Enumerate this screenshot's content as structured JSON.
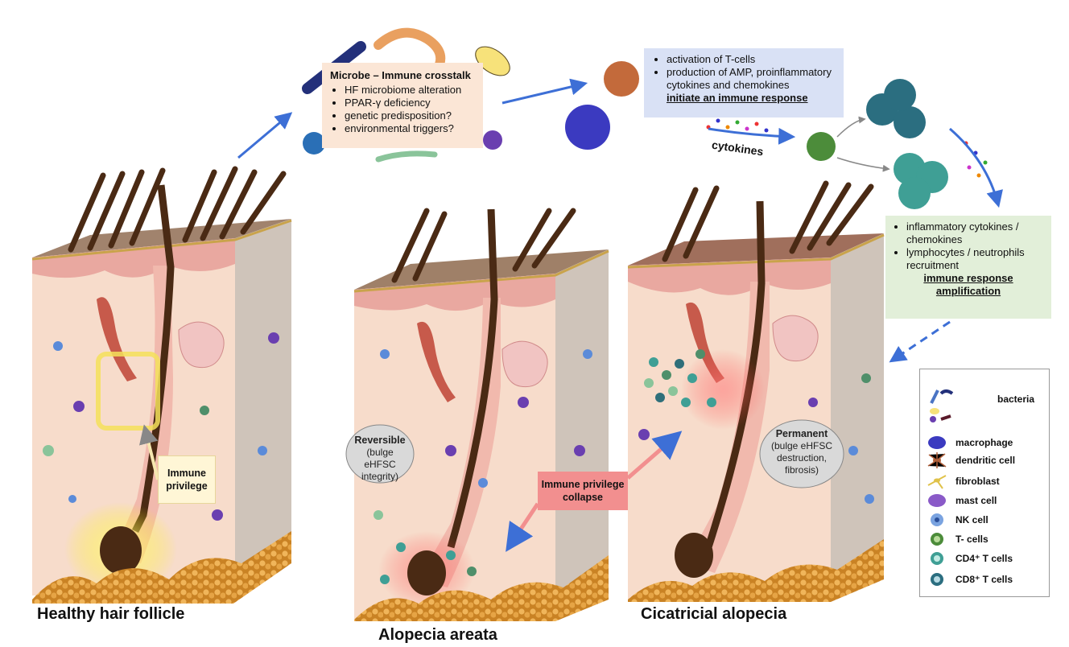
{
  "microbe_box": {
    "title": "Microbe – Immune crosstalk",
    "items": [
      "HF microbiome alteration",
      "PPAR-γ deficiency",
      "genetic predisposition?",
      "environmental triggers?"
    ]
  },
  "activation_box": {
    "items": [
      "activation of T-cells",
      "production of AMP, proinflammatory cytokines and chemokines"
    ],
    "emphasis": "initiate an immune response"
  },
  "amplification_box": {
    "items": [
      "inflammatory cytokines / chemokines",
      "lymphocytes / neutrophils recruitment"
    ],
    "emphasis": "immune response amplification"
  },
  "cytokines_label": "cytokines",
  "immune_privilege_label": "Immune privilege",
  "collapse_label": "Immune privilege collapse",
  "reversible": {
    "title": "Reversible",
    "detail": "(bulge eHFSC integrity)"
  },
  "permanent": {
    "title": "Permanent",
    "detail": "(bulge eHFSC destruction, fibrosis)"
  },
  "captions": {
    "healthy": "Healthy hair follicle",
    "areata": "Alopecia areata",
    "cicatricial": "Cicatricial alopecia"
  },
  "legend": {
    "items": [
      {
        "label": "bacteria",
        "icon": "bacteria-icon"
      },
      {
        "label": "macrophage",
        "icon": "macrophage-icon"
      },
      {
        "label": "dendritic cell",
        "icon": "dendritic-cell-icon"
      },
      {
        "label": "fibroblast",
        "icon": "fibroblast-icon"
      },
      {
        "label": "mast cell",
        "icon": "mast-cell-icon"
      },
      {
        "label": "NK cell",
        "icon": "nk-cell-icon"
      },
      {
        "label": "T- cells",
        "icon": "t-cell-icon"
      },
      {
        "label": "CD4⁺ T cells",
        "icon": "cd4-t-cell-icon"
      },
      {
        "label": "CD8⁺ T cells",
        "icon": "cd8-t-cell-icon"
      }
    ]
  },
  "colors": {
    "skin": "#f7dccb",
    "epidermis": "#8c6a55",
    "hair": "#4a2a14",
    "arrow_blue": "#3d6fd6",
    "collapse": "#f28f8f",
    "fat": "#d99a3a"
  }
}
